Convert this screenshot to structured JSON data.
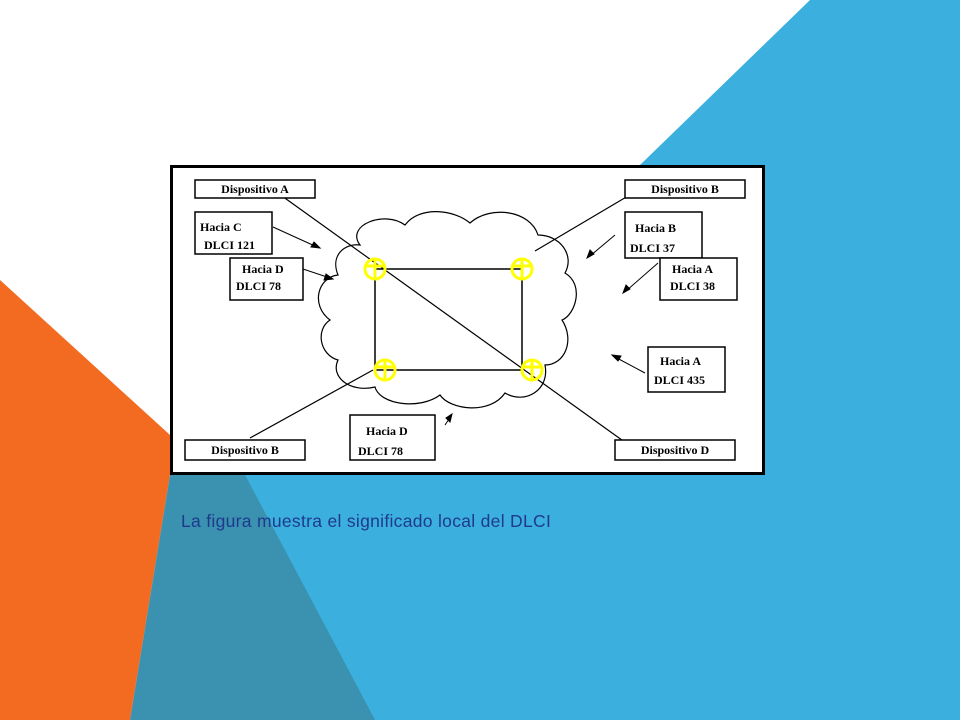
{
  "slide": {
    "colors": {
      "orange": "#f36b21",
      "light_blue": "#3bb0de",
      "dark_teal": "#3a91b0",
      "caption": "#1f3a8c",
      "cloud_node": "#ffff00",
      "diagram_frame": "#000000"
    },
    "caption": "La figura muestra el significado local del DLCI"
  },
  "diagram": {
    "devices": [
      {
        "id": "A",
        "label": "Dispositivo A"
      },
      {
        "id": "B_top",
        "label": "Dispositivo B"
      },
      {
        "id": "B_bottom",
        "label": "Dispositivo B"
      },
      {
        "id": "D",
        "label": "Dispositivo  D"
      }
    ],
    "dlci_labels": [
      {
        "id": "hacia_c_121",
        "line1": "Hacia C",
        "line2": "DLCI 121"
      },
      {
        "id": "hacia_d_78_top",
        "line1": "Hacia D",
        "line2": "DLCI 78"
      },
      {
        "id": "hacia_b_37",
        "line1": "Hacia B",
        "line2": "DLCI  37"
      },
      {
        "id": "hacia_a_38",
        "line1": "Hacia A",
        "line2": "DLCI 38"
      },
      {
        "id": "hacia_a_435",
        "line1": "Hacia A",
        "line2": "DLCI 435"
      },
      {
        "id": "hacia_d_78_bottom",
        "line1": "Hacia D",
        "line2": "DLCI    78"
      }
    ],
    "cloud_icon": "frame-relay-cloud",
    "switch_icon": "frame-relay-switch"
  }
}
